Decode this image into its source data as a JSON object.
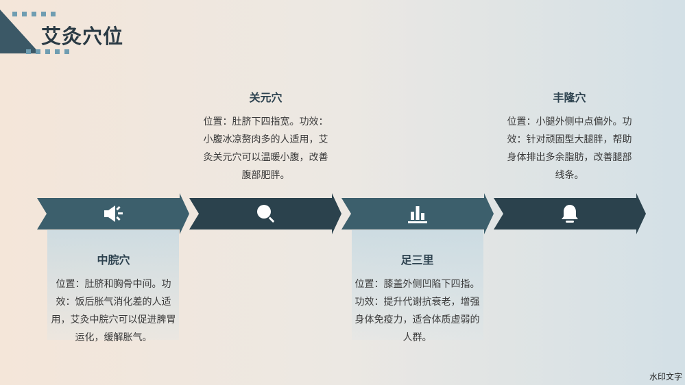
{
  "title": "艾灸穴位",
  "watermark": "水印文字",
  "colors": {
    "arrow_light": "#3c5f6c",
    "arrow_dark": "#2b424d",
    "accent_dot": "#6f9db1"
  },
  "points": [
    {
      "name": "中脘穴",
      "desc": "位置：肚脐和胸骨中间。功效：饭后胀气消化差的人适用，艾灸中脘穴可以促进脾胃运化，缓解胀气。",
      "icon": "megaphone-icon"
    },
    {
      "name": "关元穴",
      "desc": "位置：肚脐下四指宽。功效：小腹冰凉赘肉多的人适用，艾灸关元穴可以温暖小腹，改善腹部肥胖。",
      "icon": "search-icon"
    },
    {
      "name": "足三里",
      "desc": "位置：膝盖外侧凹陷下四指。功效：提升代谢抗衰老，增强身体免疫力，适合体质虚弱的人群。",
      "icon": "bar-chart-icon"
    },
    {
      "name": "丰隆穴",
      "desc": "位置：小腿外侧中点偏外。功效：针对顽固型大腿胖，帮助身体排出多余脂肪，改善腿部线条。",
      "icon": "bell-icon"
    }
  ]
}
